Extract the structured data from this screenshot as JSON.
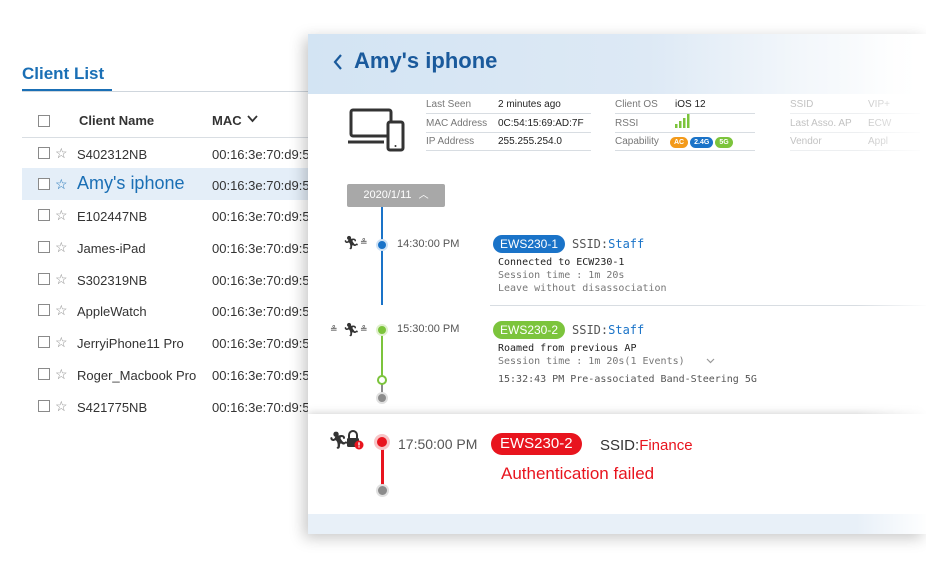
{
  "client_list": {
    "title": "Client List",
    "columns": {
      "name": "Client Name",
      "mac": "MAC"
    },
    "rows": [
      {
        "name": "S402312NB",
        "mac": "00:16:3e:70:d9:5"
      },
      {
        "name": "Amy's iphone",
        "mac": "00:16:3e:70:d9:5"
      },
      {
        "name": "E102447NB",
        "mac": "00:16:3e:70:d9:5"
      },
      {
        "name": "James-iPad",
        "mac": "00:16:3e:70:d9:5"
      },
      {
        "name": "S302319NB",
        "mac": "00:16:3e:70:d9:5"
      },
      {
        "name": "AppleWatch",
        "mac": "00:16:3e:70:d9:5"
      },
      {
        "name": "JerryiPhone11 Pro",
        "mac": "00:16:3e:70:d9:5"
      },
      {
        "name": "Roger_Macbook Pro",
        "mac": "00:16:3e:70:d9:5"
      },
      {
        "name": "S421775NB",
        "mac": "00:16:3e:70:d9:5"
      }
    ]
  },
  "detail": {
    "title": "Amy's iphone",
    "info": {
      "last_seen_label": "Last Seen",
      "last_seen": "2 minutes ago",
      "mac_label": "MAC Address",
      "mac": "0C:54:15:69:AD:7F",
      "ip_label": "IP Address",
      "ip": "255.255.254.0",
      "os_label": "Client OS",
      "os": "iOS 12",
      "rssi_label": "RSSI",
      "capability_label": "Capability",
      "capabilities": [
        "AC",
        "2.4G",
        "5G"
      ],
      "ssid_label": "SSID",
      "ssid": "VIP+",
      "last_ap_label": "Last Asso. AP",
      "last_ap": "ECW",
      "vendor_label": "Vendor",
      "vendor": "Appl"
    },
    "timeline": {
      "date": "2020/1/11",
      "events": [
        {
          "time": "14:30:00 PM",
          "ap": "EWS230-1",
          "ssid_prefix": "SSID:",
          "ssid": "Staff",
          "line1": "Connected to ECW230-1",
          "line2": "Session time : 1m 20s",
          "line3": "Leave without disassociation"
        },
        {
          "time": "15:30:00 PM",
          "ap": "EWS230-2",
          "ssid_prefix": "SSID:",
          "ssid": "Staff",
          "line1": "Roamed from previous AP",
          "line2": "Session time : 1m 20s(1 Events)",
          "line3": "15:32:43 PM  Pre-associated Band-Steering 5G"
        },
        {
          "time": "17:50:00 PM",
          "ap": "EWS230-2",
          "ssid_prefix": "SSID:",
          "ssid": "Finance",
          "message": "Authentication failed"
        }
      ]
    }
  },
  "colors": {
    "accent": "#1a6fb5",
    "blue_node": "#1a73c8",
    "green_node": "#7cc43c",
    "red_node": "#e8141e",
    "grey_node": "#8c8c8c"
  }
}
